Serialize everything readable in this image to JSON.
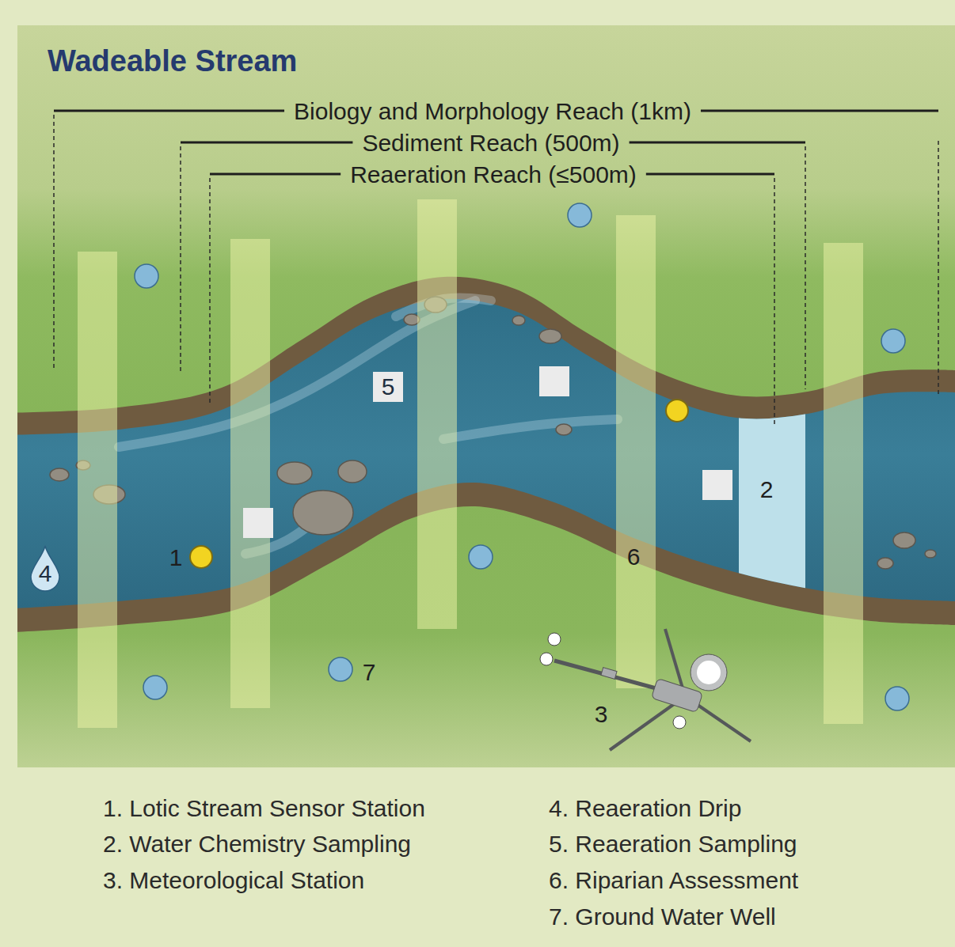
{
  "diagram": {
    "title": "Wadeable Stream",
    "nodes": [
      {
        "text": [
          "4"
        ]
      },
      {
        "text": [
          "5"
        ]
      }
    ],
    "labels": [
      "Biology and Morphology Reach (1km)",
      "Sediment Reach (500m)",
      "Reaeration Reach (≤500m)",
      "1",
      "2",
      "3",
      "6",
      "7",
      "1. Lotic Stream Sensor Station",
      "2. Water Chemistry Sampling",
      "3. Meteorological Station",
      "4. Reaeration Drip",
      "5. Reaeration Sampling",
      "6. Riparian Assessment",
      "7. Ground Water Well"
    ]
  }
}
